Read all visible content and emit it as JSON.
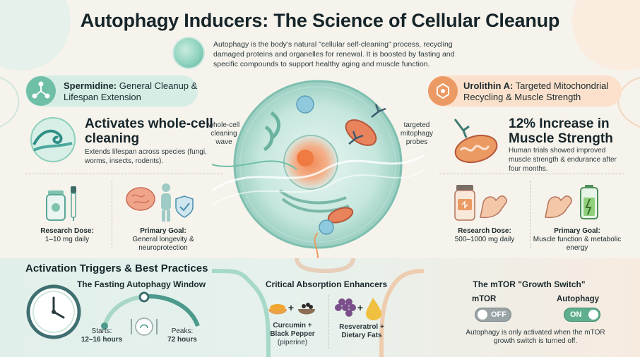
{
  "title": "Autophagy Inducers: The Science of Cellular Cleanup",
  "intro": "Autophagy is the body's natural \"cellular self-cleaning\" process, recycling damaged proteins and organelles for renewal. It is boosted by fasting and specific compounds to support healthy aging and muscle function.",
  "spermidine": {
    "header_bold": "Spermidine:",
    "header_rest": "General Cleanup & Lifespan Extension",
    "feature_title": "Activates whole-cell cleaning",
    "feature_desc": "Extends lifespan across species (fungi, worms, insects, rodents).",
    "dose_label": "Research Dose:",
    "dose_value": "1–10 mg daily",
    "goal_label": "Primary Goal:",
    "goal_value": "General longevity & neuroprotection"
  },
  "urolithin": {
    "header_bold": "Urolithin A:",
    "header_rest": "Targeted Mitochondrial Recycling & Muscle Strength",
    "feature_title": "12% Increase in Muscle Strength",
    "feature_desc": "Human trials showed improved muscle strength & endurance after four months.",
    "dose_label": "Research Dose:",
    "dose_value": "500–1000 mg daily",
    "goal_label": "Primary Goal:",
    "goal_value": "Muscle function & metabolic energy"
  },
  "cell": {
    "wave_label": "whole-cell cleaning wave",
    "probe_label": "targeted mitophagy probes"
  },
  "bottom": {
    "section_title": "Activation Triggers & Best Practices",
    "fasting": {
      "title": "The Fasting Autophagy Window",
      "starts_label": "Starts:",
      "starts_value": "12–16 hours",
      "peaks_label": "Peaks:",
      "peaks_value": "72 hours"
    },
    "absorption": {
      "title": "Critical Absorption Enhancers",
      "pair1_line1": "Curcumin +",
      "pair1_line2": "Black Pepper",
      "pair1_note": "(piperine)",
      "pair2_line1": "Resveratrol +",
      "pair2_line2": "Dietary Fats",
      "plus": "+"
    },
    "mtor": {
      "title": "The mTOR \"Growth Switch\"",
      "mtor_label": "mTOR",
      "mtor_state": "OFF",
      "autophagy_label": "Autophagy",
      "autophagy_state": "ON",
      "note": "Autophagy is only activated when the mTOR growth switch is turned off."
    }
  },
  "colors": {
    "teal": "#6fbfa7",
    "orange": "#ec9a63",
    "toggle_off": "#9aa3a6",
    "toggle_on": "#5fae8e"
  }
}
